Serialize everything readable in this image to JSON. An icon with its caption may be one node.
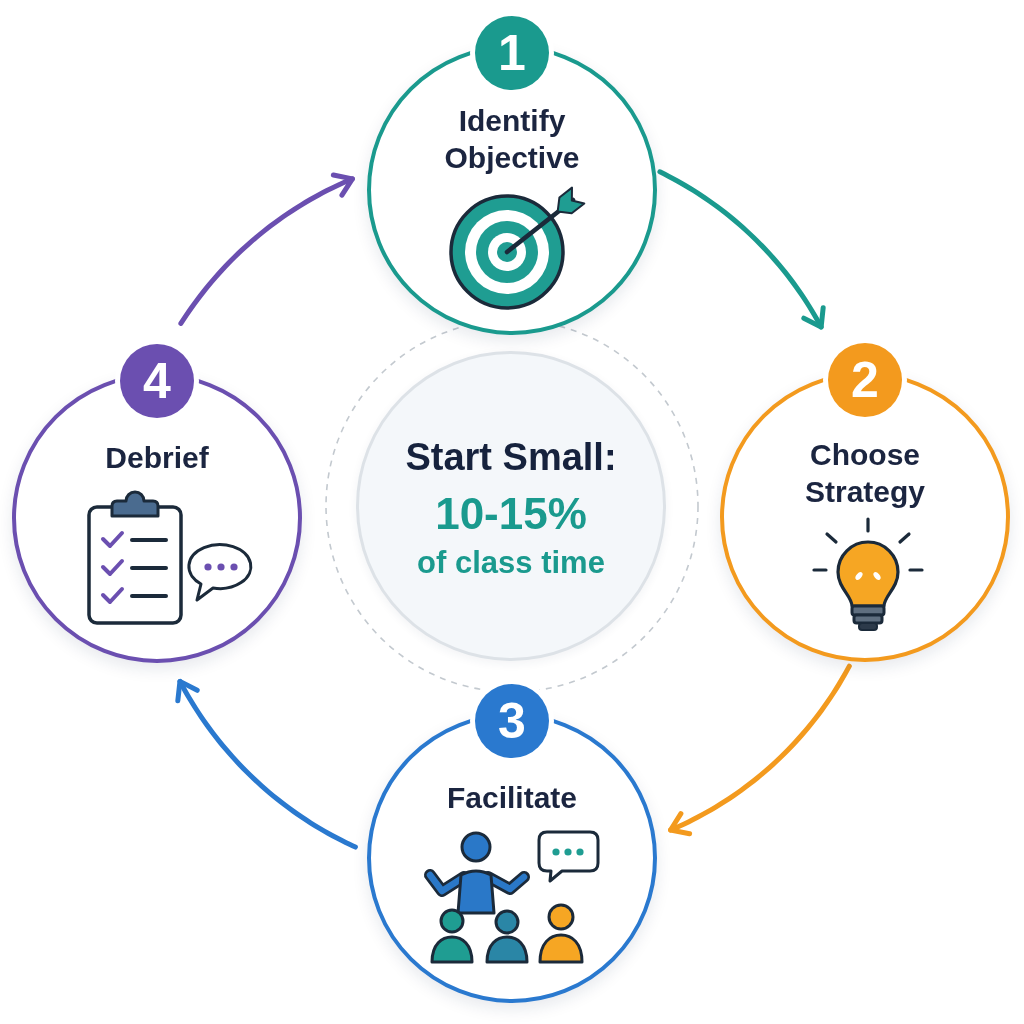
{
  "diagram": {
    "nodes": [
      {
        "text": [
          "1",
          "Identify Objective"
        ]
      },
      {
        "text": [
          "2",
          "Choose Strategy"
        ]
      },
      {
        "text": [
          "3",
          "Facilitate"
        ]
      },
      {
        "text": [
          "4",
          "Debrief"
        ]
      },
      {
        "text": [
          "Start Small:",
          "10-15%",
          "of class time"
        ]
      }
    ],
    "edges": [
      {
        "from": 0,
        "to": 1,
        "arrow": "to",
        "color": "#1a9a8e"
      },
      {
        "from": 1,
        "to": 2,
        "arrow": "to",
        "color": "#f39a1e"
      },
      {
        "from": 2,
        "to": 3,
        "arrow": "to",
        "color": "#2a79cf"
      },
      {
        "from": 3,
        "to": 0,
        "arrow": "to",
        "color": "#6b4fb0"
      }
    ]
  }
}
